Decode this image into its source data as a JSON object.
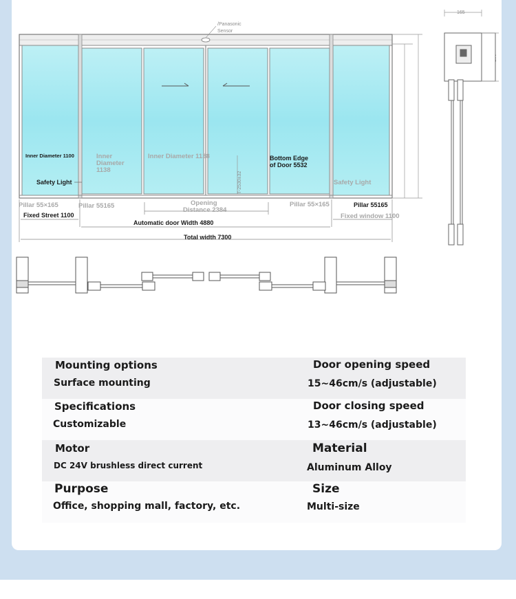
{
  "drawing": {
    "sensor_label": [
      "/Panasonic",
      "Sensor"
    ],
    "dim_top_right": "165",
    "dim_side_right": "200",
    "inner_diameter_left": "Inner Diameter 1100",
    "inner_diameter_1138": [
      "Inner",
      "Diameter",
      "1138"
    ],
    "inner_diameter_center": "Inner Diameter 1138",
    "vertical_dim": "T-2530±32",
    "bottom_edge": [
      "Bottom Edge",
      "of Door 5532"
    ],
    "safety_light_left": "Safety Light",
    "safety_light_right": "Safety Light",
    "pillar_left": "Pillar 55×165",
    "pillar_second": "Pillar 55165",
    "opening_distance": [
      "Opening",
      "Distance 2384"
    ],
    "pillar_fourth": "Pillar 55×165",
    "pillar_right": "Pillar 55165",
    "fixed_street": "Fixed Street 1100",
    "fixed_window": "Fixed window 1100",
    "auto_door_width": "Automatic door Width 4880",
    "total_width": "Total width 7300"
  },
  "specs": [
    {
      "left_key": "Mounting options",
      "left_value": "Surface mounting",
      "right_key": "Door opening speed",
      "right_value": "15~46cm/s (adjustable)"
    },
    {
      "left_key": "Specifications",
      "left_value": "Customizable",
      "right_key": "Door closing speed",
      "right_value": "13~46cm/s (adjustable)"
    },
    {
      "left_key": "Motor",
      "left_value": "DC 24V brushless direct current",
      "right_key": "Material",
      "right_value": "Aluminum Alloy"
    },
    {
      "left_key": "Purpose",
      "left_value": "Office, shopping mall, factory, etc.",
      "right_key": "Size",
      "right_value": "Multi-size"
    }
  ]
}
